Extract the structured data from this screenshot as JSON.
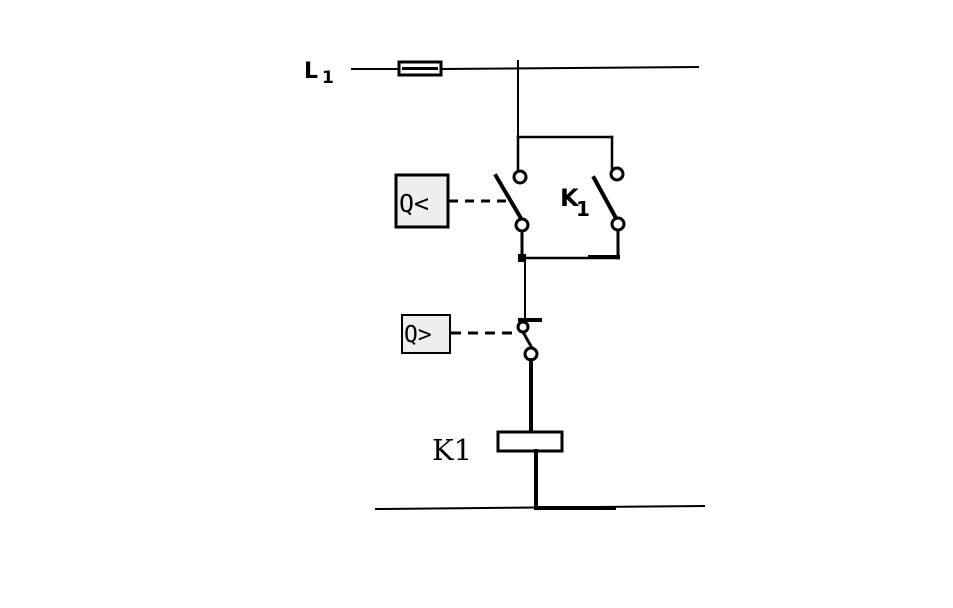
{
  "diagram": {
    "line_label": "L1",
    "line_label_main": "L",
    "line_label_sub": "1",
    "contact_label_main": "K",
    "contact_label_sub": "1",
    "coil_label": "K1",
    "sensor_low_symbol": "Q<",
    "sensor_high_symbol": "Q>",
    "ink_color": "#000000",
    "box_fill": "#eeeeee"
  }
}
